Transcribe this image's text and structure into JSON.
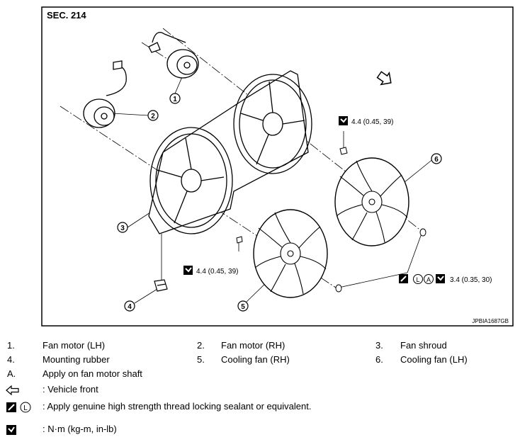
{
  "diagram": {
    "section_label": "SEC. 214",
    "figure_code": "JPBIA1687GB",
    "callouts": [
      "1",
      "2",
      "3",
      "4",
      "5",
      "6"
    ],
    "torques": {
      "upper_right": "4.4 (0.45, 39)",
      "lower_left": "4.4 (0.45, 39)",
      "fan_nut": "3.4 (0.35, 30)"
    },
    "marks": {
      "L": "L",
      "A": "A"
    }
  },
  "legend": {
    "parts": [
      {
        "num": "1.",
        "label": "Fan motor (LH)"
      },
      {
        "num": "2.",
        "label": "Fan motor (RH)"
      },
      {
        "num": "3.",
        "label": "Fan shroud"
      },
      {
        "num": "4.",
        "label": "Mounting rubber"
      },
      {
        "num": "5.",
        "label": "Cooling fan (RH)"
      },
      {
        "num": "6.",
        "label": "Cooling fan (LH)"
      }
    ],
    "note_a": {
      "key": "A.",
      "text": "Apply on fan motor shaft"
    },
    "vehicle_front": ": Vehicle front",
    "sealant": {
      "L": "L",
      "text": ": Apply genuine high strength thread locking sealant or equivalent."
    },
    "torque_unit": ": N·m (kg-m, in-lb)"
  }
}
